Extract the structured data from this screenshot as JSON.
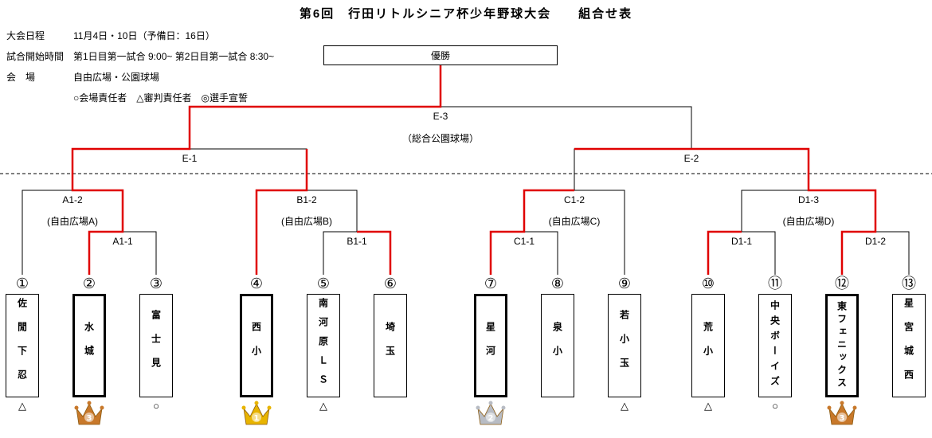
{
  "title": "第6回　行田リトルシニア杯少年野球大会　　組合せ表",
  "info": [
    {
      "key": "大会日程",
      "value": "11月4日・10日（予備日：16日）"
    },
    {
      "key": "試合開始時間",
      "value": "第1日目第一試合 9:00~ 第2日目第一試合 8:30~"
    },
    {
      "key": "会　場",
      "value": "自由広場・公園球場"
    },
    {
      "key": "",
      "value": "○会場責任者　△審判責任者　◎選手宣誓"
    }
  ],
  "winner_label": "優勝",
  "matches": {
    "e3": {
      "name": "E-3",
      "venue": "（総合公園球場）"
    },
    "e1": {
      "name": "E-1"
    },
    "e2": {
      "name": "E-2"
    },
    "a12": {
      "name": "A1-2",
      "venue": "(自由広場A)"
    },
    "a11": {
      "name": "A1-1"
    },
    "b12": {
      "name": "B1-2",
      "venue": "(自由広場B)"
    },
    "b11": {
      "name": "B1-1"
    },
    "c12": {
      "name": "C1-2",
      "venue": "(自由広場C)"
    },
    "c11": {
      "name": "C1-1"
    },
    "d13": {
      "name": "D1-3",
      "venue": "(自由広場D)"
    },
    "d11": {
      "name": "D1-1"
    },
    "d12": {
      "name": "D1-2"
    }
  },
  "teams": [
    {
      "num": "①",
      "name": "佐閒下忍",
      "mark": "△",
      "winner": false
    },
    {
      "num": "②",
      "name": "水城",
      "mark": "",
      "winner": true,
      "medal": "3",
      "medal_color": "bronze"
    },
    {
      "num": "③",
      "name": "富士見",
      "mark": "○",
      "winner": false
    },
    {
      "num": "④",
      "name": "西小",
      "mark": "",
      "winner": true,
      "medal": "1",
      "medal_color": "gold"
    },
    {
      "num": "⑤",
      "name": "南河原ＬＳ",
      "mark": "△",
      "winner": false
    },
    {
      "num": "⑥",
      "name": "埼玉",
      "mark": "",
      "winner": false
    },
    {
      "num": "⑦",
      "name": "星河",
      "mark": "",
      "winner": true,
      "medal": "2",
      "medal_color": "silver"
    },
    {
      "num": "⑧",
      "name": "泉小",
      "mark": "",
      "winner": false
    },
    {
      "num": "⑨",
      "name": "若小玉",
      "mark": "△",
      "winner": false
    },
    {
      "num": "⑩",
      "name": "荒小",
      "mark": "△",
      "winner": false
    },
    {
      "num": "⑪",
      "name": "中央ボーイズ",
      "mark": "○",
      "winner": false
    },
    {
      "num": "⑫",
      "name": "東フェニックス",
      "mark": "",
      "winner": true,
      "medal": "3",
      "medal_color": "bronze"
    },
    {
      "num": "⑬",
      "name": "星宮城西",
      "mark": "",
      "winner": false
    }
  ],
  "colors": {
    "winning_path": "#e00000",
    "line": "#000000",
    "gold": "#e8b400",
    "silver": "#b8bcc4",
    "bronze": "#c8782a"
  }
}
